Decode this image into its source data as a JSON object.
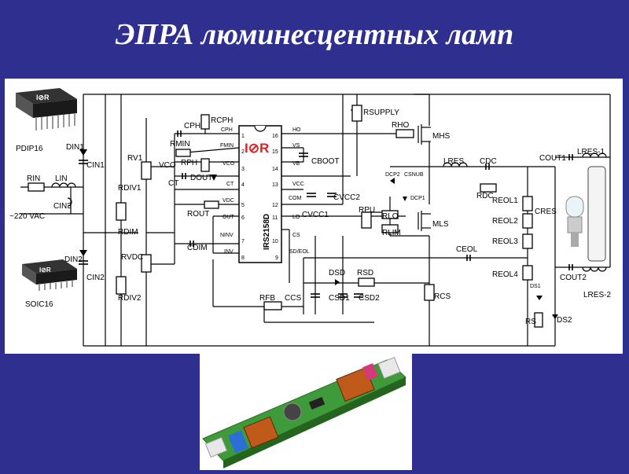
{
  "title": "ЭПРА люминесцентных ламп",
  "chip": {
    "name": "IRS2158D",
    "logo": "I⊘R",
    "left_pins": [
      "CPH",
      "FMIN",
      "VCO",
      "CT",
      "VDC",
      "OUT",
      "NINV",
      "INV"
    ],
    "right_pins": [
      "HO",
      "VS",
      "VB",
      "VCC",
      "COM",
      "LO",
      "CS",
      "SD/EOL"
    ],
    "left_nums": [
      "1",
      "2",
      "3",
      "4",
      "5",
      "6",
      "7",
      "8"
    ],
    "right_nums": [
      "16",
      "15",
      "14",
      "13",
      "12",
      "11",
      "10",
      "9"
    ]
  },
  "packages": {
    "pdip": {
      "label": "PDIP16",
      "logo": "I⊘R"
    },
    "soic": {
      "label": "SOIC16",
      "logo": "I⊘R"
    }
  },
  "components": {
    "din1": "DIN1",
    "cin1": "CIN1",
    "rin": "RIN",
    "lin": "LIN",
    "cin3": "CIN3",
    "vac": "~220 VAC",
    "din2": "DIN2",
    "cin2": "CIN2",
    "rv1": "RV1",
    "rdiv1": "RDIV1",
    "rdim": "RDIM",
    "rvdc": "RVDC",
    "rdiv2": "RDIV2",
    "cph": "CPH",
    "rcph": "RCPH",
    "rmin": "RMIN",
    "vco": "VCO",
    "rph": "RPH",
    "dout": "DOUT",
    "ct": "CT",
    "rout": "ROUT",
    "cdim": "CDIM",
    "rsupply": "RSUPPLY",
    "rho": "RHO",
    "mhs": "MHS",
    "cboot": "CBOOT",
    "cvcc2": "CVCC2",
    "cvcc1": "CVCC1",
    "dcp2": "DCP2",
    "csnub": "CSNUB",
    "dcp1": "DCP1",
    "rpu": "RPU",
    "rlo": "RLO",
    "rlim": "RLIM",
    "mls": "MLS",
    "lres": "LRES",
    "cdc": "CDC",
    "rdc": "RDC",
    "reol1": "REOL1",
    "reol2": "REOL2",
    "reol3": "REOL3",
    "reol4": "REOL4",
    "ceol": "CEOL",
    "cout1": "COUT1",
    "lres1": "LRES-1",
    "cres": "CRES",
    "cout2": "COUT2",
    "lres2": "LRES-2",
    "ds1": "DS1",
    "ds2": "DS2",
    "rs": "RS",
    "dsd": "DSD",
    "rsd": "RSD",
    "ccs": "CCS",
    "csd1": "CSD1",
    "csd2": "CSD2",
    "rcs": "RCS",
    "rfb": "RFB"
  },
  "colors": {
    "background": "#2e2f8f",
    "title": "#ffffff",
    "panel": "#ffffff",
    "pcb": "#3f9a3a"
  }
}
